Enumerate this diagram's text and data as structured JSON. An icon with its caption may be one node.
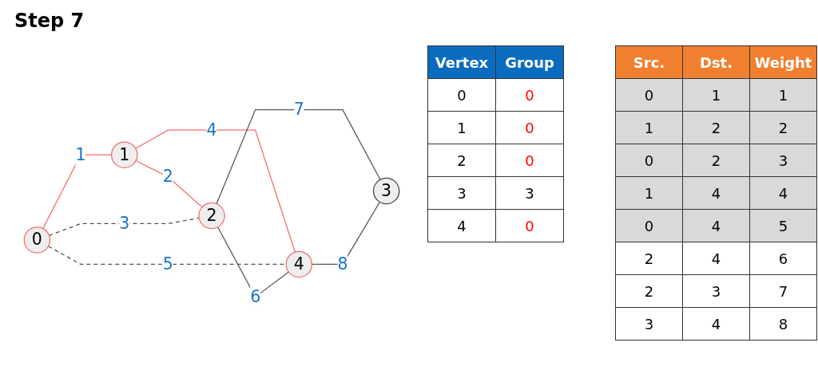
{
  "diagram": {
    "title": "Step 7",
    "nodes": [
      {
        "text": [
          "0"
        ]
      },
      {
        "text": [
          "1"
        ]
      },
      {
        "text": [
          "2"
        ]
      },
      {
        "text": [
          "3"
        ]
      },
      {
        "text": [
          "4"
        ]
      }
    ],
    "edges": [
      {
        "from": 0,
        "to": 1,
        "arrow": "none",
        "label": "1",
        "color": "#f07070"
      },
      {
        "from": 1,
        "to": 2,
        "arrow": "none",
        "label": "2",
        "color": "#f07070"
      },
      {
        "from": 0,
        "to": 2,
        "arrow": "none",
        "label": "3",
        "style": "dashed"
      },
      {
        "from": 1,
        "to": 4,
        "arrow": "none",
        "label": "4",
        "color": "#f07070"
      },
      {
        "from": 0,
        "to": 4,
        "arrow": "none",
        "label": "5",
        "style": "dashed"
      },
      {
        "from": 2,
        "to": 4,
        "arrow": "none",
        "label": "6"
      },
      {
        "from": 2,
        "to": 3,
        "arrow": "none",
        "label": "7"
      },
      {
        "from": 4,
        "to": 3,
        "arrow": "none",
        "label": "8"
      }
    ],
    "labels": [
      "Vertex",
      "Group",
      "0",
      "0",
      "1",
      "0",
      "2",
      "0",
      "3",
      "3",
      "4",
      "0",
      "Src.",
      "Dst.",
      "Weight",
      "0",
      "1",
      "1",
      "1",
      "2",
      "2",
      "0",
      "2",
      "3",
      "1",
      "4",
      "4",
      "0",
      "4",
      "5",
      "2",
      "4",
      "6",
      "2",
      "3",
      "7",
      "3",
      "4",
      "8"
    ]
  }
}
